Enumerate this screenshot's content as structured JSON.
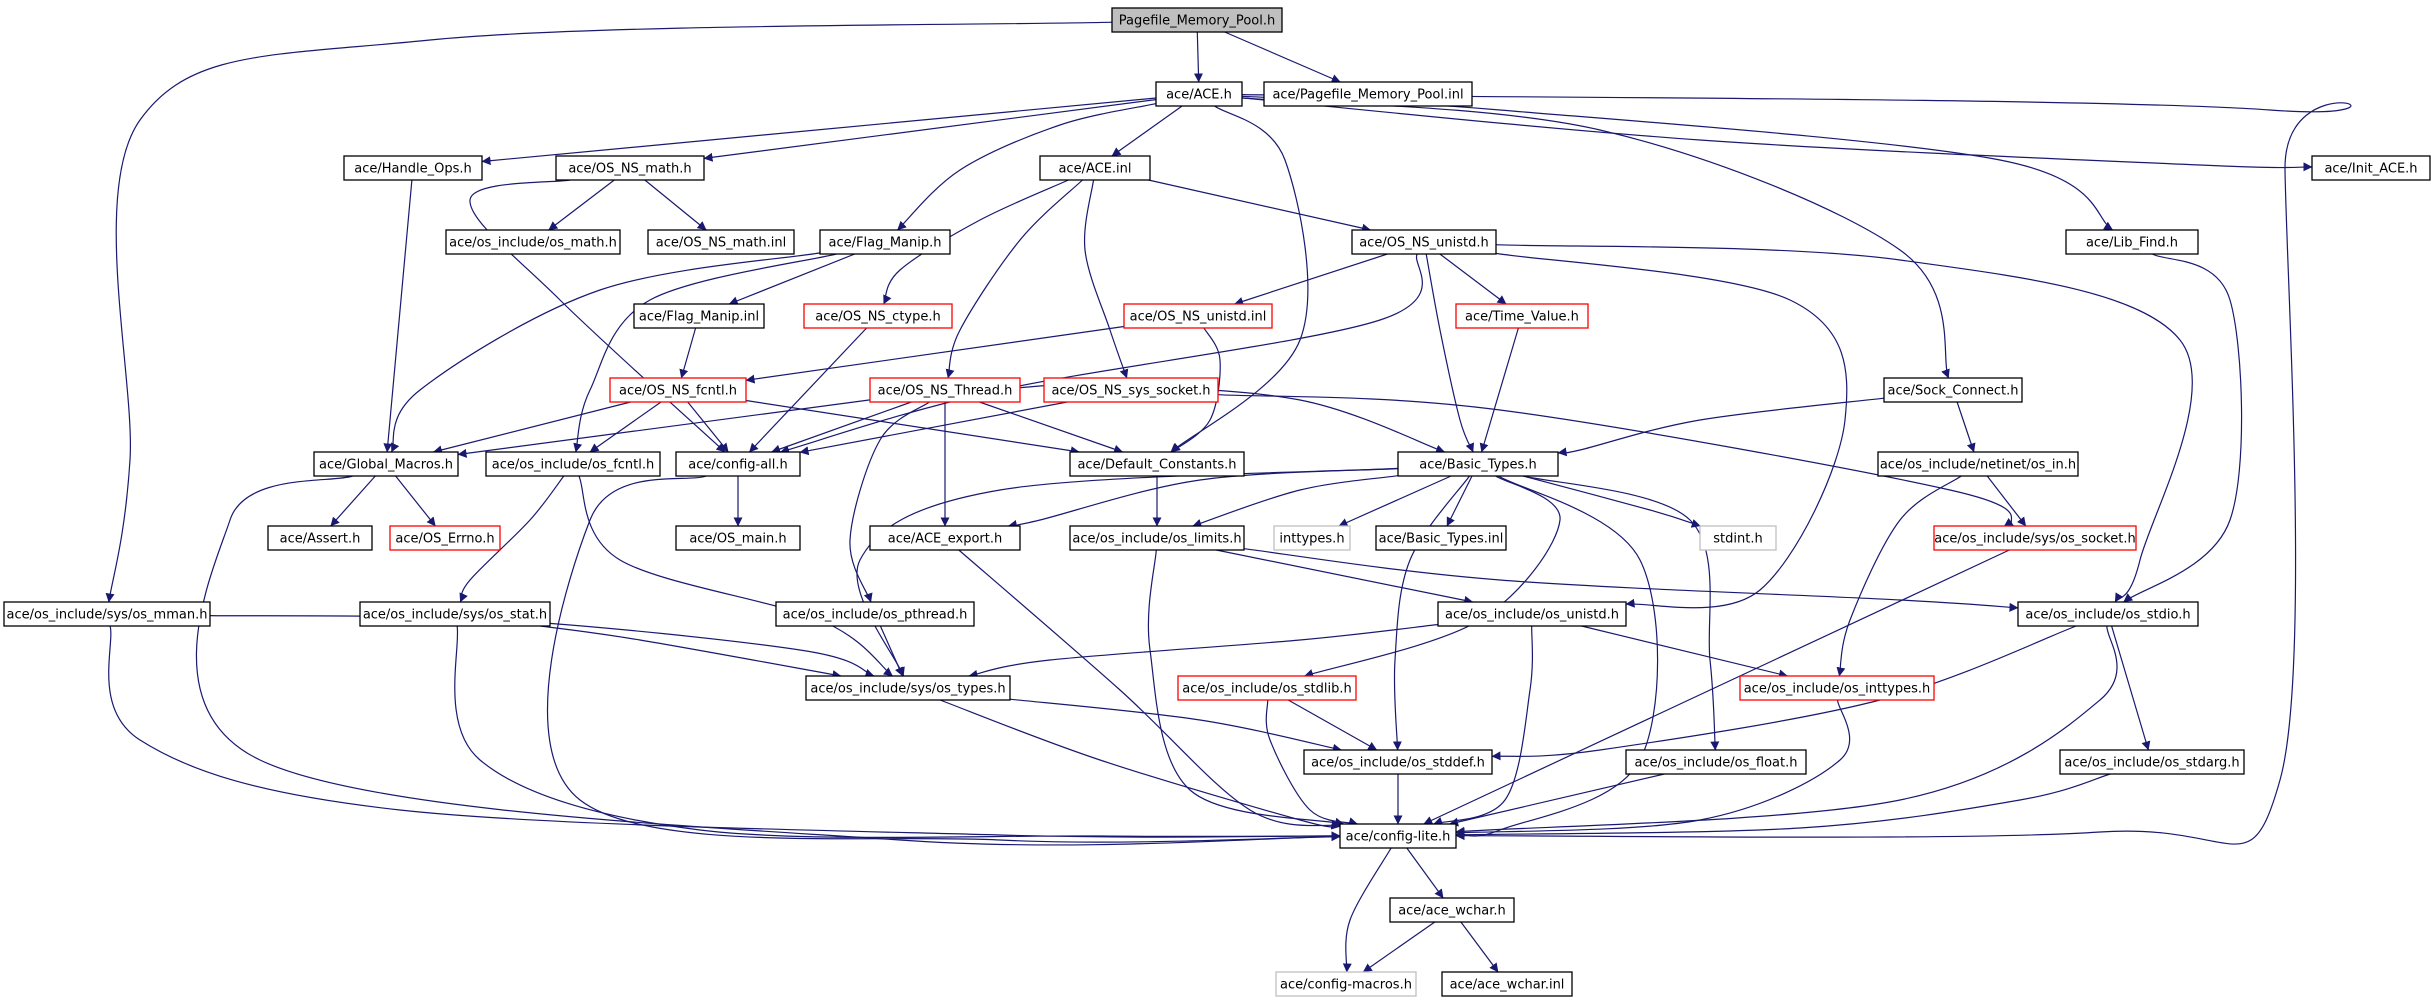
{
  "graph": {
    "title": "Pagefile_Memory_Pool.h",
    "colors": {
      "edge": "#191970",
      "arrowhead": "#191970",
      "root_fill": "#bfbfbf",
      "normal_border": "#000000",
      "truncated_border": "#ff0000",
      "external_border": "#bfbfbf",
      "background": "#ffffff"
    },
    "nodes": [
      {
        "id": "root",
        "label": "Pagefile_Memory_Pool.h",
        "kind": "root"
      },
      {
        "id": "ace_h",
        "label": "ace/ACE.h",
        "kind": "normal"
      },
      {
        "id": "pmp_inl",
        "label": "ace/Pagefile_Memory_Pool.inl",
        "kind": "normal"
      },
      {
        "id": "handle_ops",
        "label": "ace/Handle_Ops.h",
        "kind": "normal"
      },
      {
        "id": "os_ns_math",
        "label": "ace/OS_NS_math.h",
        "kind": "normal"
      },
      {
        "id": "ace_inl",
        "label": "ace/ACE.inl",
        "kind": "normal"
      },
      {
        "id": "init_ace",
        "label": "ace/Init_ACE.h",
        "kind": "normal"
      },
      {
        "id": "os_math",
        "label": "ace/os_include/os_math.h",
        "kind": "normal"
      },
      {
        "id": "os_ns_math_inl",
        "label": "ace/OS_NS_math.inl",
        "kind": "normal"
      },
      {
        "id": "flag_manip",
        "label": "ace/Flag_Manip.h",
        "kind": "normal"
      },
      {
        "id": "os_ns_unistd",
        "label": "ace/OS_NS_unistd.h",
        "kind": "normal"
      },
      {
        "id": "lib_find",
        "label": "ace/Lib_Find.h",
        "kind": "normal"
      },
      {
        "id": "flag_manip_inl",
        "label": "ace/Flag_Manip.inl",
        "kind": "normal"
      },
      {
        "id": "os_ns_ctype",
        "label": "ace/OS_NS_ctype.h",
        "kind": "truncated"
      },
      {
        "id": "os_ns_unistd_inl",
        "label": "ace/OS_NS_unistd.inl",
        "kind": "truncated"
      },
      {
        "id": "time_value",
        "label": "ace/Time_Value.h",
        "kind": "truncated"
      },
      {
        "id": "os_ns_fcntl",
        "label": "ace/OS_NS_fcntl.h",
        "kind": "truncated"
      },
      {
        "id": "os_ns_thread",
        "label": "ace/OS_NS_Thread.h",
        "kind": "truncated"
      },
      {
        "id": "os_ns_sys_socket",
        "label": "ace/OS_NS_sys_socket.h",
        "kind": "truncated"
      },
      {
        "id": "sock_connect",
        "label": "ace/Sock_Connect.h",
        "kind": "normal"
      },
      {
        "id": "global_macros",
        "label": "ace/Global_Macros.h",
        "kind": "normal"
      },
      {
        "id": "os_fcntl",
        "label": "ace/os_include/os_fcntl.h",
        "kind": "normal"
      },
      {
        "id": "config_all",
        "label": "ace/config-all.h",
        "kind": "normal"
      },
      {
        "id": "default_constants",
        "label": "ace/Default_Constants.h",
        "kind": "normal"
      },
      {
        "id": "basic_types",
        "label": "ace/Basic_Types.h",
        "kind": "normal"
      },
      {
        "id": "netinet_in",
        "label": "ace/os_include/netinet/os_in.h",
        "kind": "normal"
      },
      {
        "id": "assert_h",
        "label": "ace/Assert.h",
        "kind": "normal"
      },
      {
        "id": "os_errno",
        "label": "ace/OS_Errno.h",
        "kind": "truncated"
      },
      {
        "id": "os_main",
        "label": "ace/OS_main.h",
        "kind": "normal"
      },
      {
        "id": "ace_export",
        "label": "ace/ACE_export.h",
        "kind": "normal"
      },
      {
        "id": "os_limits",
        "label": "ace/os_include/os_limits.h",
        "kind": "normal"
      },
      {
        "id": "inttypes_h",
        "label": "inttypes.h",
        "kind": "external"
      },
      {
        "id": "basic_types_inl",
        "label": "ace/Basic_Types.inl",
        "kind": "normal"
      },
      {
        "id": "stdint_h",
        "label": "stdint.h",
        "kind": "external"
      },
      {
        "id": "sys_os_socket",
        "label": "ace/os_include/sys/os_socket.h",
        "kind": "truncated"
      },
      {
        "id": "sys_os_mman",
        "label": "ace/os_include/sys/os_mman.h",
        "kind": "normal"
      },
      {
        "id": "sys_os_stat",
        "label": "ace/os_include/sys/os_stat.h",
        "kind": "normal"
      },
      {
        "id": "os_pthread",
        "label": "ace/os_include/os_pthread.h",
        "kind": "normal"
      },
      {
        "id": "os_unistd",
        "label": "ace/os_include/os_unistd.h",
        "kind": "normal"
      },
      {
        "id": "os_stdio",
        "label": "ace/os_include/os_stdio.h",
        "kind": "normal"
      },
      {
        "id": "sys_os_types",
        "label": "ace/os_include/sys/os_types.h",
        "kind": "normal"
      },
      {
        "id": "os_stdlib",
        "label": "ace/os_include/os_stdlib.h",
        "kind": "truncated"
      },
      {
        "id": "os_inttypes",
        "label": "ace/os_include/os_inttypes.h",
        "kind": "truncated"
      },
      {
        "id": "os_stddef",
        "label": "ace/os_include/os_stddef.h",
        "kind": "normal"
      },
      {
        "id": "os_float",
        "label": "ace/os_include/os_float.h",
        "kind": "normal"
      },
      {
        "id": "os_stdarg",
        "label": "ace/os_include/os_stdarg.h",
        "kind": "normal"
      },
      {
        "id": "config_lite",
        "label": "ace/config-lite.h",
        "kind": "normal"
      },
      {
        "id": "ace_wchar",
        "label": "ace/ace_wchar.h",
        "kind": "normal"
      },
      {
        "id": "config_macros",
        "label": "ace/config-macros.h",
        "kind": "external"
      },
      {
        "id": "ace_wchar_inl",
        "label": "ace/ace_wchar.inl",
        "kind": "normal"
      }
    ],
    "edges": [
      [
        "root",
        "ace_h"
      ],
      [
        "root",
        "pmp_inl"
      ],
      [
        "root",
        "sys_os_mman"
      ],
      [
        "ace_h",
        "handle_ops"
      ],
      [
        "ace_h",
        "os_ns_math"
      ],
      [
        "ace_h",
        "ace_inl"
      ],
      [
        "ace_h",
        "init_ace"
      ],
      [
        "ace_h",
        "flag_manip"
      ],
      [
        "ace_h",
        "lib_find"
      ],
      [
        "ace_h",
        "sock_connect"
      ],
      [
        "ace_h",
        "default_constants"
      ],
      [
        "ace_h",
        "config_lite"
      ],
      [
        "handle_ops",
        "global_macros"
      ],
      [
        "os_ns_math",
        "os_math"
      ],
      [
        "os_ns_math",
        "os_ns_math_inl"
      ],
      [
        "os_ns_math",
        "config_all"
      ],
      [
        "ace_inl",
        "os_ns_unistd"
      ],
      [
        "ace_inl",
        "os_ns_ctype"
      ],
      [
        "ace_inl",
        "os_ns_thread"
      ],
      [
        "ace_inl",
        "os_ns_sys_socket"
      ],
      [
        "flag_manip",
        "flag_manip_inl"
      ],
      [
        "flag_manip",
        "global_macros"
      ],
      [
        "flag_manip",
        "os_fcntl"
      ],
      [
        "flag_manip_inl",
        "os_ns_fcntl"
      ],
      [
        "os_ns_unistd",
        "os_ns_unistd_inl"
      ],
      [
        "os_ns_unistd",
        "time_value"
      ],
      [
        "os_ns_unistd",
        "basic_types"
      ],
      [
        "os_ns_unistd",
        "config_all"
      ],
      [
        "os_ns_unistd",
        "os_unistd"
      ],
      [
        "os_ns_unistd",
        "os_stdio"
      ],
      [
        "os_ns_unistd_inl",
        "os_ns_fcntl"
      ],
      [
        "os_ns_unistd_inl",
        "default_constants"
      ],
      [
        "time_value",
        "basic_types"
      ],
      [
        "os_ns_ctype",
        "config_all"
      ],
      [
        "os_ns_fcntl",
        "global_macros"
      ],
      [
        "os_ns_fcntl",
        "os_fcntl"
      ],
      [
        "os_ns_fcntl",
        "config_all"
      ],
      [
        "os_ns_fcntl",
        "default_constants"
      ],
      [
        "os_ns_thread",
        "global_macros"
      ],
      [
        "os_ns_thread",
        "config_all"
      ],
      [
        "os_ns_thread",
        "default_constants"
      ],
      [
        "os_ns_thread",
        "basic_types"
      ],
      [
        "os_ns_thread",
        "ace_export"
      ],
      [
        "os_ns_thread",
        "os_pthread"
      ],
      [
        "os_ns_sys_socket",
        "config_all"
      ],
      [
        "os_ns_sys_socket",
        "sys_os_socket"
      ],
      [
        "sock_connect",
        "basic_types"
      ],
      [
        "sock_connect",
        "netinet_in"
      ],
      [
        "lib_find",
        "os_stdio"
      ],
      [
        "global_macros",
        "assert_h"
      ],
      [
        "global_macros",
        "os_errno"
      ],
      [
        "global_macros",
        "config_lite"
      ],
      [
        "os_fcntl",
        "sys_os_stat"
      ],
      [
        "os_fcntl",
        "sys_os_types"
      ],
      [
        "config_all",
        "os_main"
      ],
      [
        "config_all",
        "config_lite"
      ],
      [
        "default_constants",
        "os_limits"
      ],
      [
        "basic_types",
        "ace_export"
      ],
      [
        "basic_types",
        "os_limits"
      ],
      [
        "basic_types",
        "inttypes_h"
      ],
      [
        "basic_types",
        "basic_types_inl"
      ],
      [
        "basic_types",
        "stdint_h"
      ],
      [
        "basic_types",
        "os_stdlib"
      ],
      [
        "basic_types",
        "os_stddef"
      ],
      [
        "basic_types",
        "os_float"
      ],
      [
        "basic_types",
        "sys_os_types"
      ],
      [
        "basic_types",
        "config_lite"
      ],
      [
        "netinet_in",
        "sys_os_socket"
      ],
      [
        "netinet_in",
        "os_inttypes"
      ],
      [
        "ace_export",
        "config_lite"
      ],
      [
        "os_limits",
        "os_unistd"
      ],
      [
        "os_limits",
        "os_stdio"
      ],
      [
        "os_limits",
        "config_lite"
      ],
      [
        "sys_os_socket",
        "config_lite"
      ],
      [
        "sys_os_mman",
        "sys_os_types"
      ],
      [
        "sys_os_mman",
        "config_lite"
      ],
      [
        "sys_os_stat",
        "sys_os_types"
      ],
      [
        "sys_os_stat",
        "config_lite"
      ],
      [
        "os_pthread",
        "sys_os_types"
      ],
      [
        "os_unistd",
        "sys_os_types"
      ],
      [
        "os_unistd",
        "os_inttypes"
      ],
      [
        "os_unistd",
        "config_lite"
      ],
      [
        "os_stdio",
        "os_stddef"
      ],
      [
        "os_stdio",
        "os_stdarg"
      ],
      [
        "os_stdio",
        "config_lite"
      ],
      [
        "sys_os_types",
        "os_stddef"
      ],
      [
        "sys_os_types",
        "config_lite"
      ],
      [
        "os_stdlib",
        "os_stddef"
      ],
      [
        "os_stdlib",
        "config_lite"
      ],
      [
        "os_inttypes",
        "config_lite"
      ],
      [
        "os_stddef",
        "config_lite"
      ],
      [
        "os_float",
        "config_lite"
      ],
      [
        "os_stdarg",
        "config_lite"
      ],
      [
        "config_lite",
        "ace_wchar"
      ],
      [
        "config_lite",
        "config_macros"
      ],
      [
        "ace_wchar",
        "config_macros"
      ],
      [
        "ace_wchar",
        "ace_wchar_inl"
      ]
    ]
  }
}
